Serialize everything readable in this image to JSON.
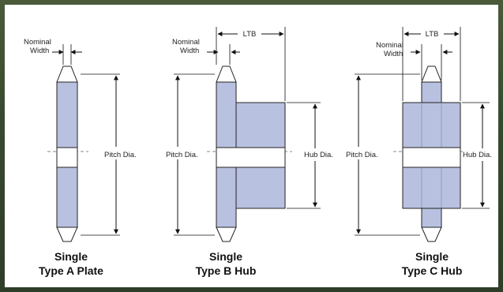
{
  "diagram": {
    "type_a": {
      "nominal_width_line1": "Nominal",
      "nominal_width_line2": "Width",
      "pitch_dia": "Pitch Dia.",
      "caption_line1": "Single",
      "caption_line2": "Type A Plate"
    },
    "type_b": {
      "nominal_width_line1": "Nominal",
      "nominal_width_line2": "Width",
      "ltb": "LTB",
      "pitch_dia": "Pitch Dia.",
      "hub_dia": "Hub Dia.",
      "caption_line1": "Single",
      "caption_line2": "Type B Hub"
    },
    "type_c": {
      "nominal_width_line1": "Nominal",
      "nominal_width_line2": "Width",
      "ltb": "LTB",
      "pitch_dia": "Pitch Dia.",
      "hub_dia": "Hub Dia.",
      "caption_line1": "Single",
      "caption_line2": "Type C Hub"
    }
  },
  "colors": {
    "body_fill": "#b9c1e0",
    "frame_background": "#384a2e",
    "panel_background": "#ffffff"
  }
}
